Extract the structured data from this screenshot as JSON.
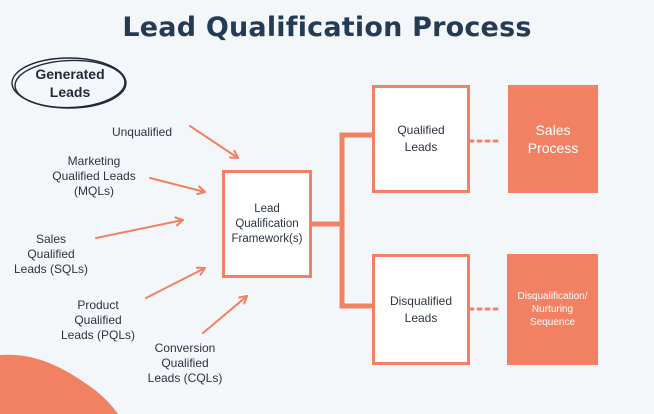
{
  "title": "Lead Qualification Process",
  "generated": "Generated\nLeads",
  "sources": [
    "Unqualified",
    "Marketing\nQualified Leads\n(MQLs)",
    "Sales\nQualified\nLeads (SQLs)",
    "Product\nQualified\nLeads (PQLs)",
    "Conversion\nQualified\nLeads (CQLs)"
  ],
  "framework": "Lead\nQualification\nFramework(s)",
  "qualified": "Qualified\nLeads",
  "disqualified": "Disqualified\nLeads",
  "sales_process": "Sales\nProcess",
  "disq_sequence": "Disqualification/\nNurturing\nSequence",
  "colors": {
    "accent": "#f28062",
    "title": "#243a55",
    "text": "#2b3440",
    "background": "#f4f7fa"
  }
}
